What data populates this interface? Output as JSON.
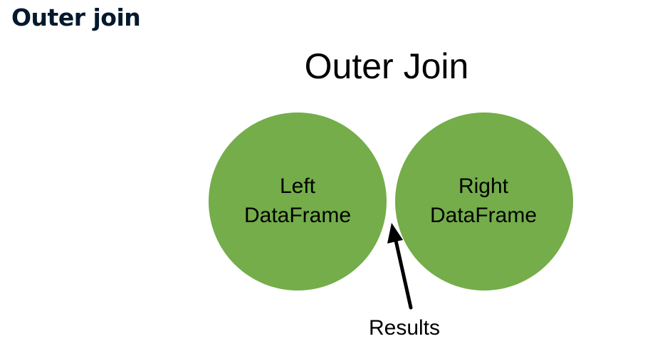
{
  "header": {
    "title": "Outer join"
  },
  "diagram": {
    "title": "Outer Join",
    "left_set": {
      "line1": "Left",
      "line2": "DataFrame"
    },
    "right_set": {
      "line1": "Right",
      "line2": "DataFrame"
    },
    "pointer_label": "Results",
    "colors": {
      "fill": "#74ad4a",
      "arrow": "#000000",
      "title": "#05192d"
    }
  }
}
